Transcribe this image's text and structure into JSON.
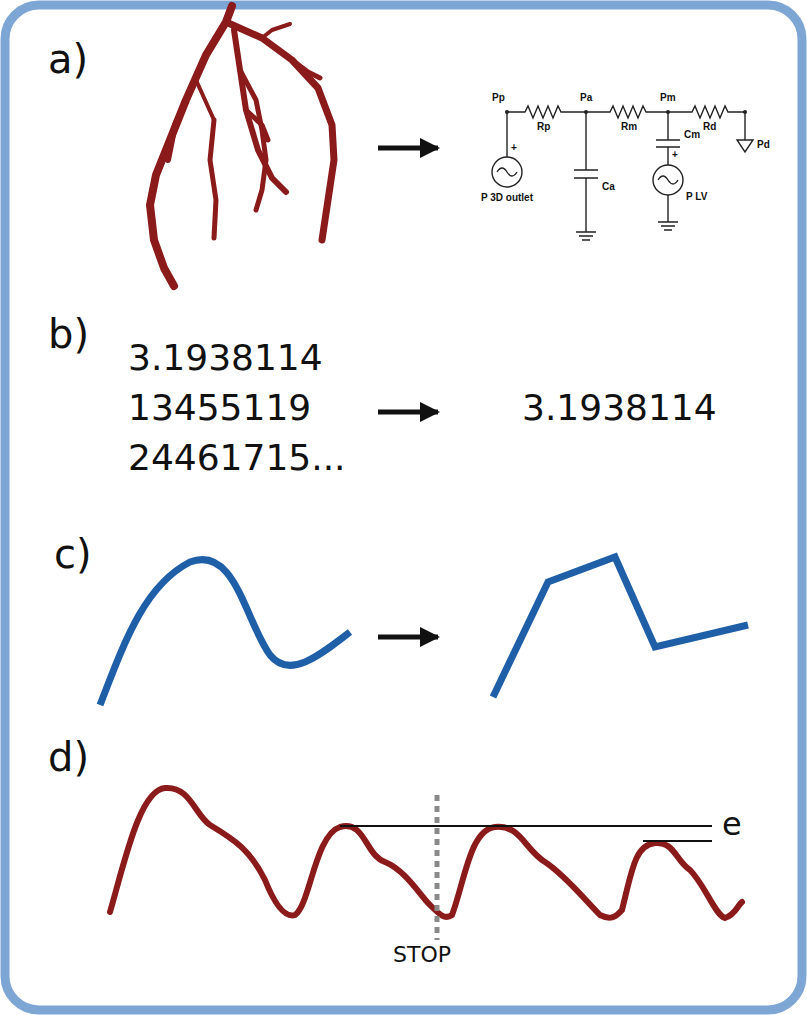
{
  "diagram": {
    "labels": [
      "a)",
      "+",
      "Pp",
      "Pa",
      "Pm",
      "Rp",
      "Rm",
      "Rd",
      "Ca",
      "Cm",
      "+",
      "Pd",
      "P 3D outlet",
      "P LV",
      "b)",
      "3.1938114",
      "13455119",
      "24461715...",
      "3.1938114",
      "c)",
      "d)",
      "e",
      "STOP"
    ]
  }
}
